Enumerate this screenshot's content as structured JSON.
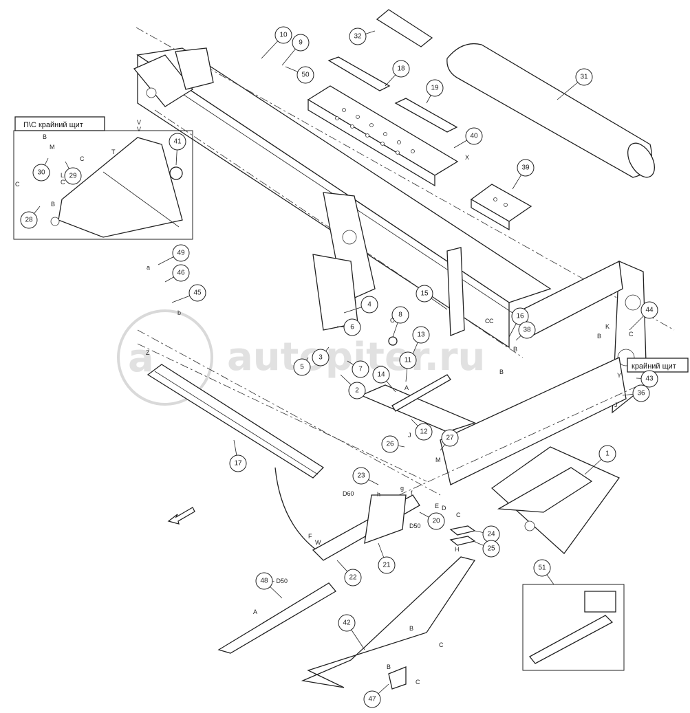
{
  "inset_left_label": "П\\С крайний щит",
  "inset_right_label": "крайний щит",
  "watermark": "autopiter.ru",
  "callouts": [
    "1",
    "2",
    "3",
    "4",
    "5",
    "6",
    "7",
    "8",
    "9",
    "10",
    "11",
    "12",
    "13",
    "14",
    "15",
    "16",
    "17",
    "18",
    "19",
    "20",
    "21",
    "22",
    "23",
    "24",
    "25",
    "26",
    "27",
    "28",
    "29",
    "30",
    "31",
    "32",
    "36",
    "38",
    "39",
    "40",
    "41",
    "42",
    "43",
    "44",
    "45",
    "46",
    "47",
    "48",
    "49",
    "50",
    "51"
  ],
  "letters": [
    "V",
    "V",
    "B",
    "M",
    "C",
    "L",
    "C",
    "C",
    "B",
    "T",
    "a",
    "b",
    "Z",
    "C",
    "A",
    "J",
    "M",
    "h",
    "D60",
    "g",
    "f",
    "E",
    "D",
    "D50",
    "C",
    "H",
    "F",
    "W",
    "X",
    "K",
    "B",
    "C",
    "J",
    "Y",
    "B",
    "B",
    "C",
    "C",
    "- D50",
    "A",
    "B",
    "C",
    "B",
    "C"
  ]
}
